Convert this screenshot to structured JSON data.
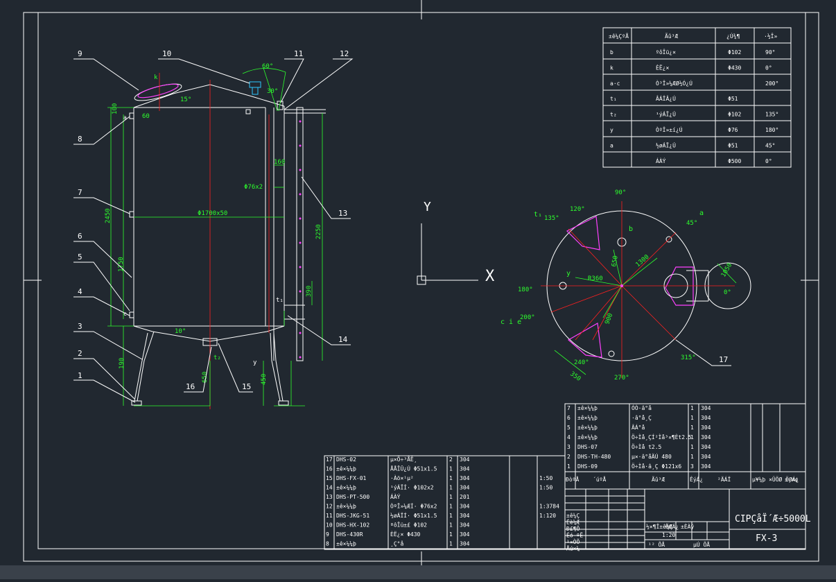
{
  "drawing": {
    "title": "CIPÇåÏ´Æ÷5000L",
    "code": "FX-3",
    "colors": {
      "background": "#212830",
      "lines": "#ffffff",
      "dims": "#2dff2d",
      "centerlines": "#ff2020",
      "accent": "#ff40ff"
    }
  },
  "balloons": [
    "1",
    "2",
    "3",
    "4",
    "5",
    "6",
    "7",
    "8",
    "9",
    "10",
    "11",
    "12",
    "13",
    "14",
    "15",
    "16",
    "17"
  ],
  "nozzle_table": {
    "headers": [
      "±ê¼ÇºÅ",
      "Ãû³Æ",
      "¿Ú¾¶",
      "·½Î»"
    ],
    "rows": [
      [
        "b",
        "ºôÎü¿×",
        "Φ102",
        "90°"
      ],
      [
        "k",
        "ÈË¿×",
        "Φ430",
        "0°"
      ],
      [
        "a·c",
        "Ò³Î»¼ÆØ½Ó¿Ú",
        "",
        "200°"
      ],
      [
        "t₁",
        "ÂÁÎÂ¿Ú",
        "Φ51",
        ""
      ],
      [
        "t₂",
        "¹ýÁÏ¿Ú",
        "Φ102",
        "135°"
      ],
      [
        "y",
        "ÒºÎ»±í¿Ú",
        "Φ76",
        "180°"
      ],
      [
        "a",
        "½øÁÏ¿Ú",
        "Φ51",
        "45°"
      ],
      [
        "",
        "ÁÀÝ",
        "Φ500",
        "0°"
      ]
    ]
  },
  "front_view": {
    "dims": [
      "100",
      "2450",
      "1750",
      "60",
      "2250",
      "Φ1700x50",
      "Φ76x2",
      "160",
      "390",
      "15°",
      "10°",
      "190",
      "650",
      "450",
      "60°",
      "30°"
    ],
    "labels": [
      "k",
      "t₂",
      "y",
      "a",
      "c",
      "t₁"
    ]
  },
  "plan_view": {
    "angles": [
      "90°",
      "120°",
      "135°",
      "45°",
      "180°",
      "0°",
      "200°",
      "240°",
      "270°",
      "315°"
    ],
    "labels": [
      "t₁",
      "b",
      "a",
      "y",
      "c i e"
    ],
    "dims": [
      "R360",
      "1300",
      "650",
      "350",
      "900",
      "1050"
    ]
  },
  "axis": {
    "y_label": "Y",
    "x_label": "X"
  },
  "parts_left": [
    [
      "17",
      "DHS-02",
      "µ×Ö÷³ÅÊ¸",
      "2",
      "304",
      "",
      ""
    ],
    [
      "16",
      "±ê×¼¼þ",
      "ÅÅÎÛ¿Ú Φ51x1.5",
      "1",
      "304",
      "",
      ""
    ],
    [
      "15",
      "DHS-FX-01",
      "·Àö×¹µ²",
      "1",
      "304",
      "",
      "1:50"
    ],
    [
      "14",
      "±ê×¼¼þ",
      "¹ýÁÏÍ· Φ102x2",
      "1",
      "304",
      "",
      "1:50"
    ],
    [
      "13",
      "DHS-PT-500",
      "ÁÀÝ",
      "1",
      "201",
      "",
      ""
    ],
    [
      "12",
      "±ê×¼¼þ",
      "ÒºÎ»¼ÆÍ· Φ76x2",
      "1",
      "304",
      "",
      "1:3784"
    ],
    [
      "11",
      "DHS-JKG-51",
      "½øÁÏÍ· Φ51x1.5",
      "1",
      "304",
      "",
      "1:120"
    ],
    [
      "10",
      "DHS-HX-102",
      "ºôÎü±£ Φ102",
      "1",
      "304",
      "",
      ""
    ],
    [
      "9",
      "DHS-430R",
      "ÈË¿× Φ430",
      "1",
      "304",
      "",
      ""
    ],
    [
      "8",
      "±ê×¼¼þ",
      "¸Ç°å",
      "1",
      "304",
      "",
      ""
    ]
  ],
  "parts_right": [
    [
      "7",
      "±ê×¼¼þ",
      "ÓÒ·â°å",
      "1",
      "304"
    ],
    [
      "6",
      "±ê×¼¼þ",
      "·â°å¸Ç",
      "1",
      "304"
    ],
    [
      "5",
      "±ê×¼¼þ",
      "ÂÁ°å",
      "1",
      "304"
    ],
    [
      "4",
      "±ê×¼¼þ",
      "Ö÷Ìå¸ÇÍ²Ìå³¤¶Èt2.5",
      "1",
      "304"
    ],
    [
      "3",
      "DHS-07",
      "Ö÷Ìå t2.5",
      "1",
      "304"
    ],
    [
      "2",
      "DHS-TH-480",
      "µ×·â°åÄÚ 480",
      "1",
      "304"
    ],
    [
      "1",
      "DHS-09",
      "Ö÷Ìå·â¸Ç Φ121x6",
      "3",
      "304"
    ]
  ],
  "parts_header": [
    "ÐòºÅ",
    "´úºÅ",
    "Ãû³Æ",
    "ÊýÁ¿",
    "²ÄÁÏ",
    "µ¥¼þ ×ÜÖØ ÖØÁ¿",
    "±¸×¢"
  ],
  "title_block": {
    "rows": [
      "±ê¼Ç",
      "Éè¼Æ",
      "Ð£¶Ô",
      "Éó ºË",
      "¹¤ÒÕ",
      "Åú×¼"
    ],
    "mid": [
      "½×¶Î±ê¼Ç",
      "ÖØÁ¿",
      "±ÈÀý",
      "1:20",
      "¹²  ÕÅ",
      "µÚ  ÕÅ"
    ]
  }
}
